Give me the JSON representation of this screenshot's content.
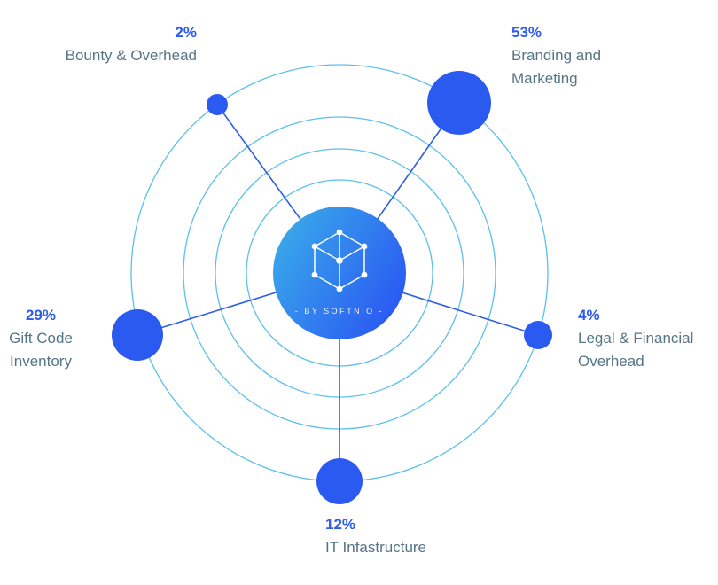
{
  "chart_data": {
    "type": "pie",
    "units": "%",
    "categories": [
      "Bounty & Overhead",
      "Branding and Marketing",
      "Legal & Financial Overhead",
      "IT Infastructure",
      "Gift Code Inventory"
    ],
    "values": [
      2,
      53,
      4,
      12,
      29
    ],
    "center_caption": "- BY SOFTNIO -",
    "legend_position": "labels-around-nodes",
    "colors": {
      "percent_text": "#2e5bf0",
      "label_text": "#557585",
      "node_fill": "#2b5af0",
      "orbit_stroke": "#49b9e9",
      "spoke_stroke": "#2e5fe0",
      "center_gradient": [
        "#3bb2e9",
        "#2b5cf2"
      ]
    }
  },
  "center": {
    "caption": "- BY SOFTNIO -",
    "icon": "hex-network-icon"
  },
  "nodes": [
    {
      "percent": "2%",
      "label": "Bounty & Overhead"
    },
    {
      "percent": "53%",
      "label": "Branding and Marketing"
    },
    {
      "percent": "4%",
      "label": "Legal & Financial Overhead"
    },
    {
      "percent": "12%",
      "label": "IT Infastructure"
    },
    {
      "percent": "29%",
      "label": "Gift Code Inventory"
    }
  ]
}
